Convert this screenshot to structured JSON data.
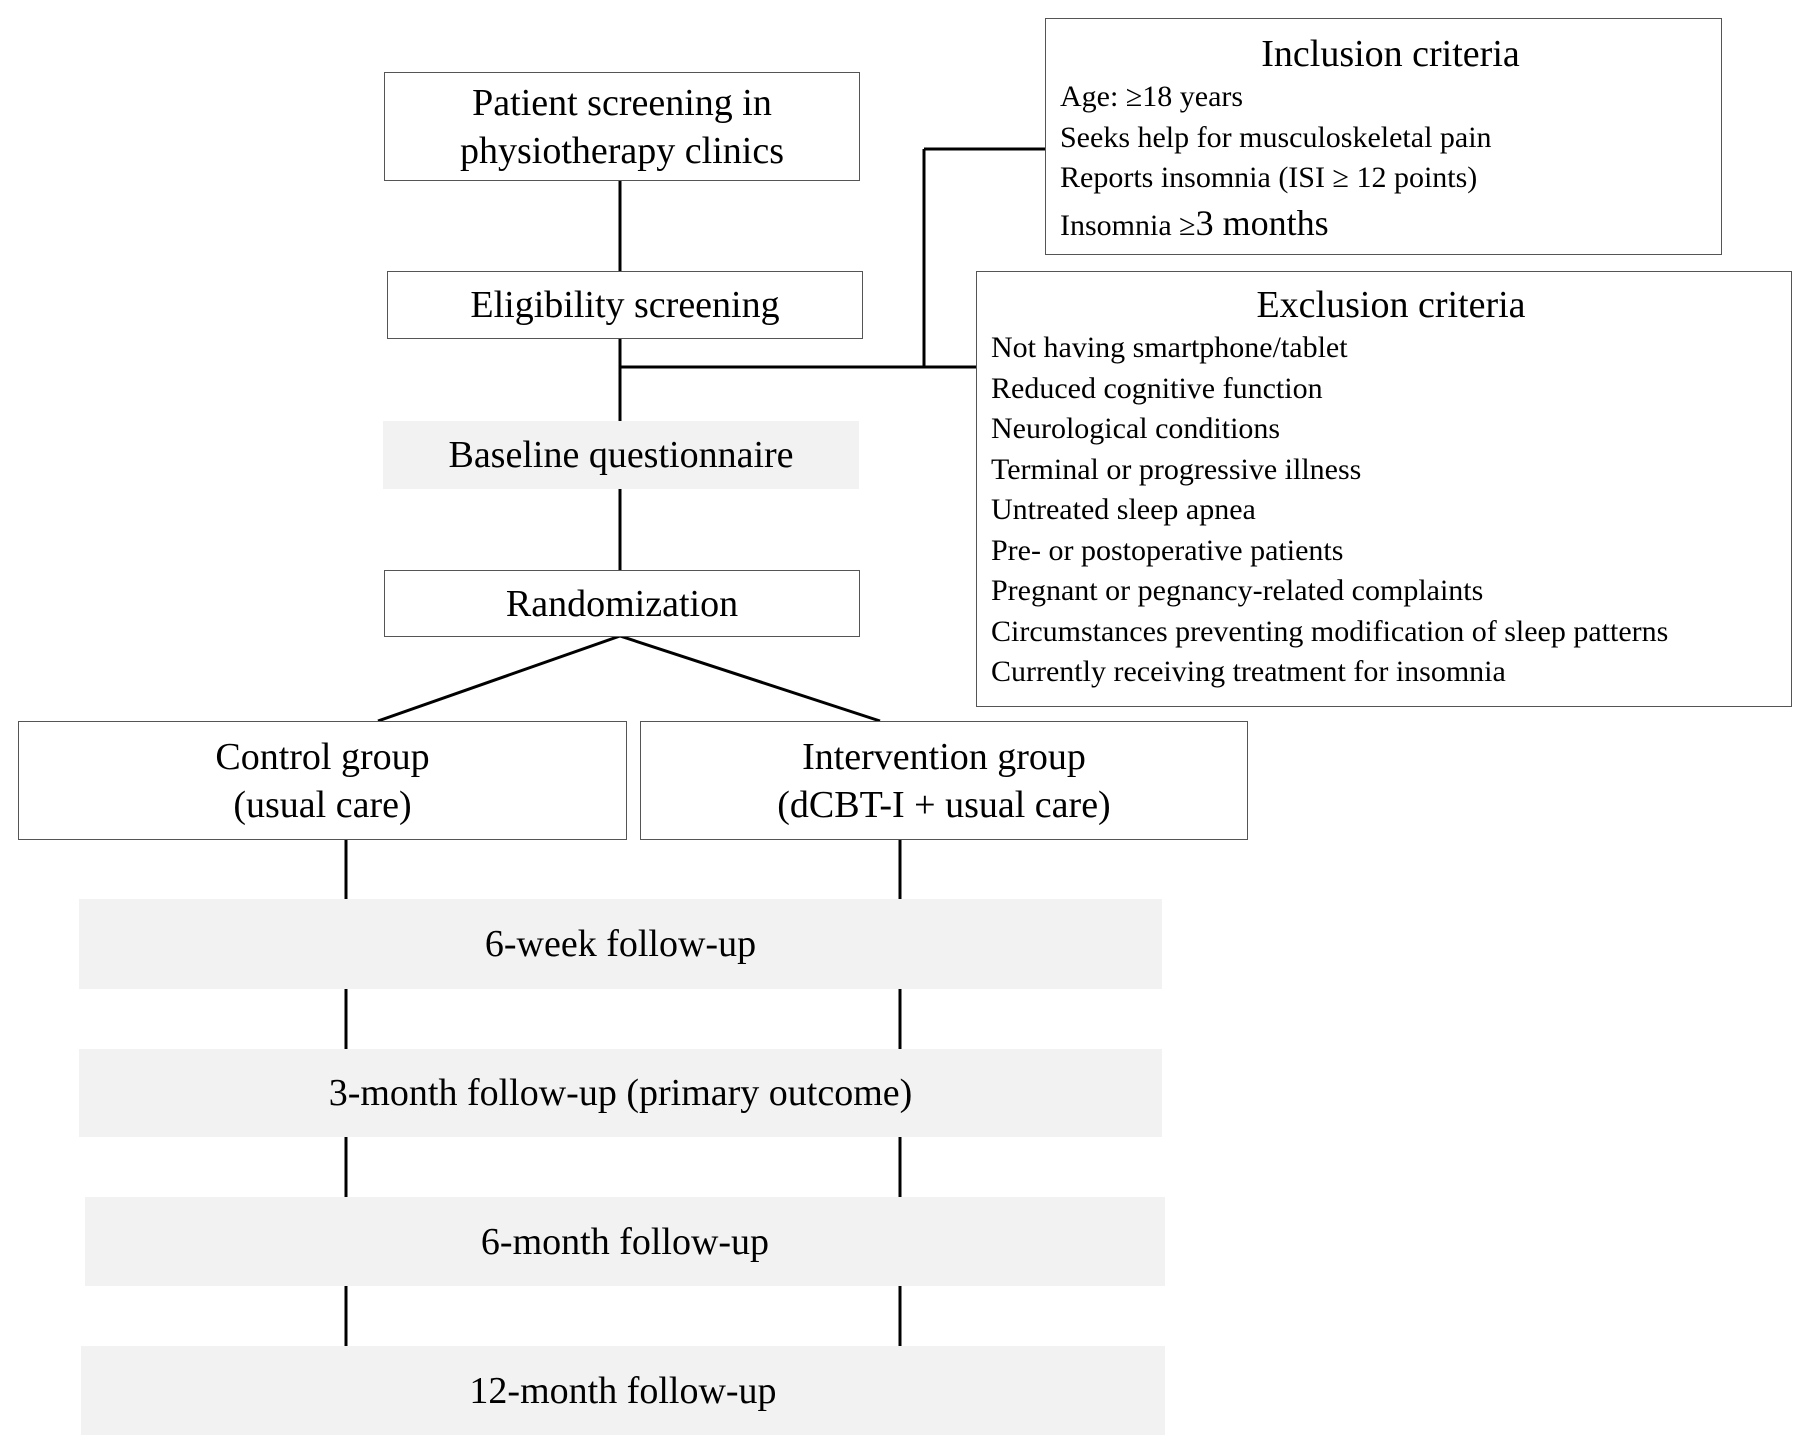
{
  "patient_screening": [
    "Patient screening in",
    "physiotherapy clinics"
  ],
  "eligibility": "Eligibility screening",
  "baseline": "Baseline questionnaire",
  "randomization": "Randomization",
  "control_group": [
    "Control group",
    "(usual care)"
  ],
  "intervention_group": [
    "Intervention group",
    "(dCBT-I + usual care)"
  ],
  "followups": {
    "week6": "6-week follow-up",
    "month3": "3-month follow-up (primary outcome)",
    "month6": "6-month follow-up",
    "month12": "12-month follow-up"
  },
  "inclusion": {
    "title": "Inclusion criteria",
    "items": [
      "Age: ≥18 years",
      "Seeks help for musculoskeletal pain",
      "Reports insomnia (ISI ≥ 12 points)"
    ],
    "last_prefix": "Insomnia ≥",
    "last_suffix": "3 months"
  },
  "exclusion": {
    "title": "Exclusion criteria",
    "items": [
      "Not having smartphone/tablet",
      "Reduced cognitive function",
      "Neurological conditions",
      "Terminal or progressive illness",
      "Untreated sleep apnea",
      "Pre- or postoperative patients",
      "Pregnant or pegnancy-related complaints",
      "Circumstances preventing modification of sleep patterns",
      "Currently receiving treatment for insomnia"
    ]
  }
}
